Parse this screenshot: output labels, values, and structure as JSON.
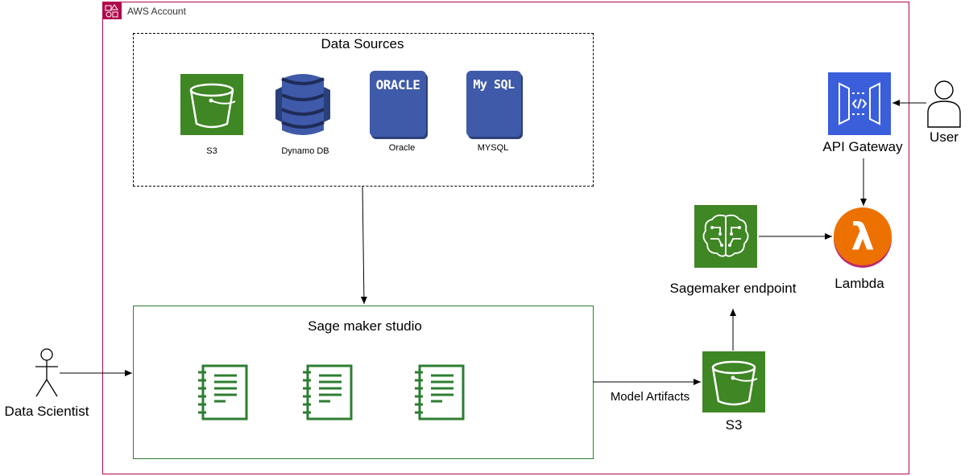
{
  "account": {
    "label": "AWS Account",
    "border_color": "#B0084D"
  },
  "data_sources": {
    "title": "Data Sources",
    "items": [
      {
        "label": "S3",
        "icon": "s3-bucket-icon"
      },
      {
        "label": "Dynamo DB",
        "icon": "dynamodb-icon"
      },
      {
        "label": "Oracle",
        "icon": "oracle-icon",
        "badge": "ORACLE"
      },
      {
        "label": "MYSQL",
        "icon": "mysql-icon",
        "badge": "My SQL"
      }
    ]
  },
  "studio": {
    "title": "Sage maker studio",
    "notebook_icon": "notebook-icon",
    "border_color": "#2E7D32"
  },
  "actors": {
    "data_scientist": "Data Scientist",
    "user": "User"
  },
  "artifacts": {
    "edge_label": "Model Artifacts",
    "bucket_label": "S3"
  },
  "endpoint": {
    "label": "Sagemaker endpoint",
    "icon": "sagemaker-brain-icon"
  },
  "api_gateway": {
    "label": "API Gateway",
    "icon": "api-gateway-icon"
  },
  "lambda": {
    "label": "Lambda",
    "icon": "lambda-icon",
    "glyph": "λ"
  },
  "colors": {
    "s3_green": "#3F8624",
    "db_blue": "#3F5AA8",
    "lambda_orange": "#ED7100",
    "api_blue": "#3B5EDB",
    "studio_green": "#2E7D32"
  }
}
